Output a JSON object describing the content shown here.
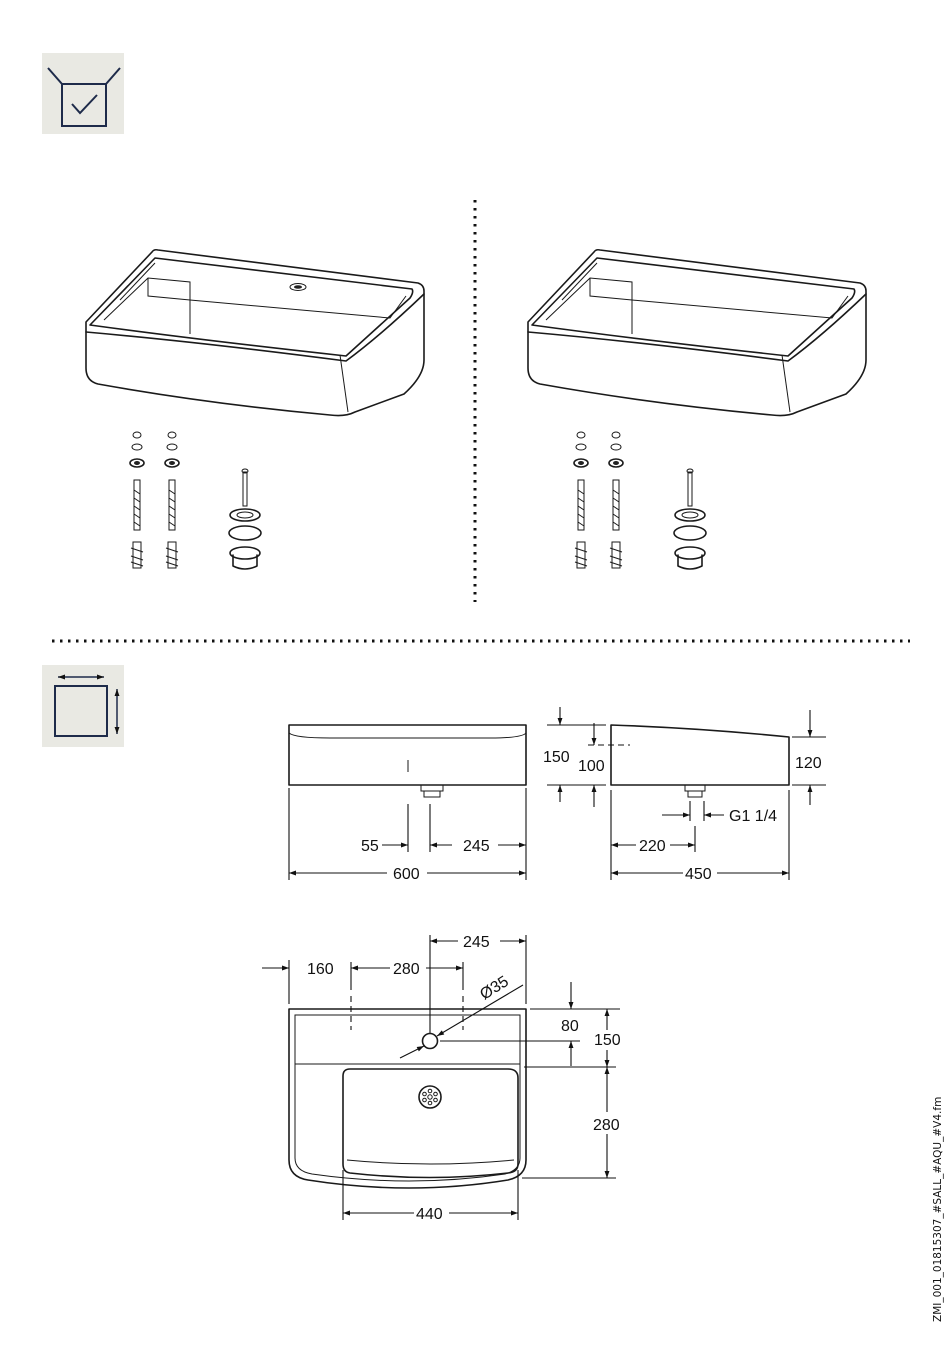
{
  "icons": {
    "scope_of_delivery": "package-check-icon",
    "dimensions": "dimensions-icon"
  },
  "colors": {
    "icon_bg": "#e9e9e3",
    "icon_stroke": "#1e2b4a",
    "ink": "#1a1a1a"
  },
  "front_view": {
    "width": "600",
    "outlet_offset": "55",
    "outlet_to_edge": "245"
  },
  "side_view": {
    "total_height": "150",
    "inner_height": "100",
    "front_height": "120",
    "thread": "G1 1/4",
    "outlet_depth": "220",
    "depth": "450"
  },
  "top_view": {
    "side_margin": "160",
    "holes_spacing": "280",
    "tap_to_edge": "245",
    "tap_diameter": "Ø35",
    "tap_from_back": "80",
    "bowl_from_back": "150",
    "bowl_depth": "280",
    "bowl_width": "440"
  },
  "doc_code": "ZMI_001_01815307_#SALL_#AQU_#V4.fm"
}
